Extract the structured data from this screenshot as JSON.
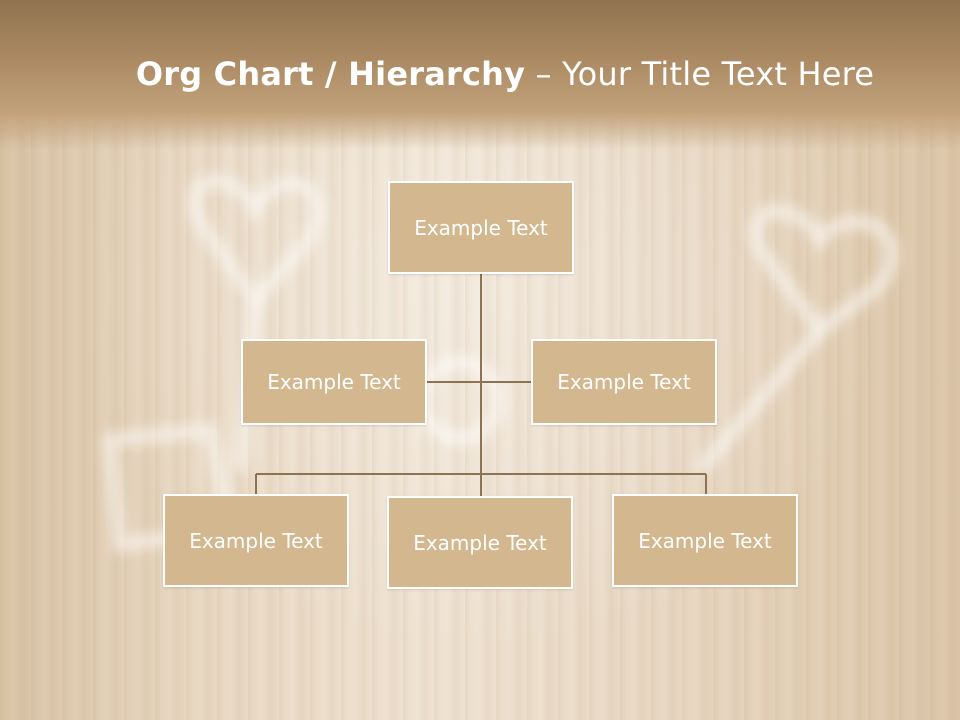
{
  "slide": {
    "title_bold": "Org Chart / Hierarchy",
    "title_dash": " – ",
    "title_rest": "Your Title Text Here"
  },
  "org_chart": {
    "root": "Example Text",
    "assistants": [
      "Example Text",
      "Example Text"
    ],
    "children": [
      "Example Text",
      "Example Text",
      "Example Text"
    ]
  },
  "colors": {
    "box_fill": "#d2b78f",
    "box_border": "#ffffff",
    "connector": "#8c7355",
    "header": "#a88760"
  }
}
